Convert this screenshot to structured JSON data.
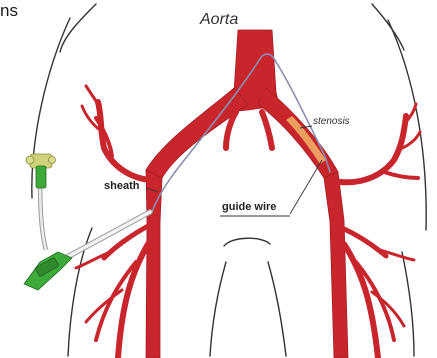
{
  "labels": {
    "corner": "ns",
    "aorta": "Aorta",
    "stenosis": "stenosis",
    "sheath": "sheath",
    "guide_wire": "guide wire"
  },
  "colors": {
    "artery": "#c8262c",
    "artery_edge": "#a31c22",
    "outline": "#333333",
    "wire": "#8a8fb0",
    "stenosis": "#f2b56b",
    "sheath": "#e8e8e8",
    "hub": "#3daa3a",
    "valve": "#cfd27a"
  }
}
